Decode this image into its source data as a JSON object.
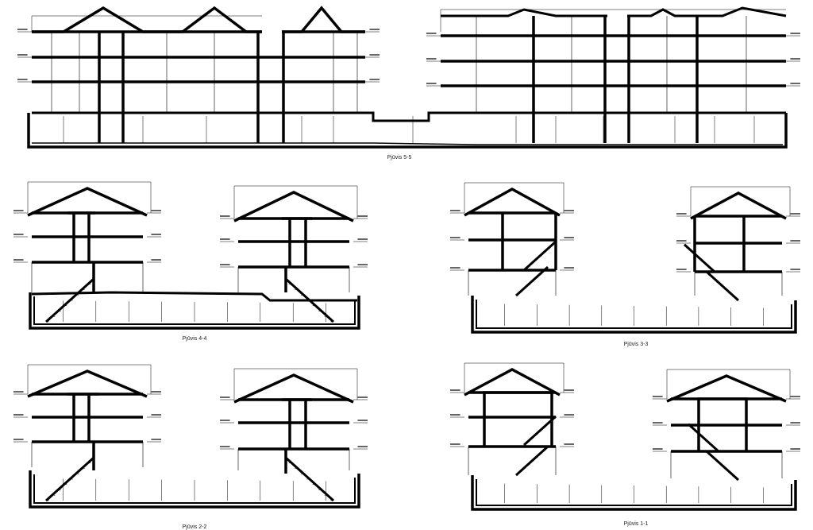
{
  "sections": [
    {
      "id": "5-5",
      "label": "Pjūvis 5-5"
    },
    {
      "id": "4-4",
      "label": "Pjūvis 4-4"
    },
    {
      "id": "3-3",
      "label": "Pjūvis 3-3"
    },
    {
      "id": "2-2",
      "label": "Pjūvis 2-2"
    },
    {
      "id": "1-1",
      "label": "Pjūvis 1-1"
    }
  ],
  "colors": {
    "line": "#000000",
    "background": "#ffffff"
  }
}
